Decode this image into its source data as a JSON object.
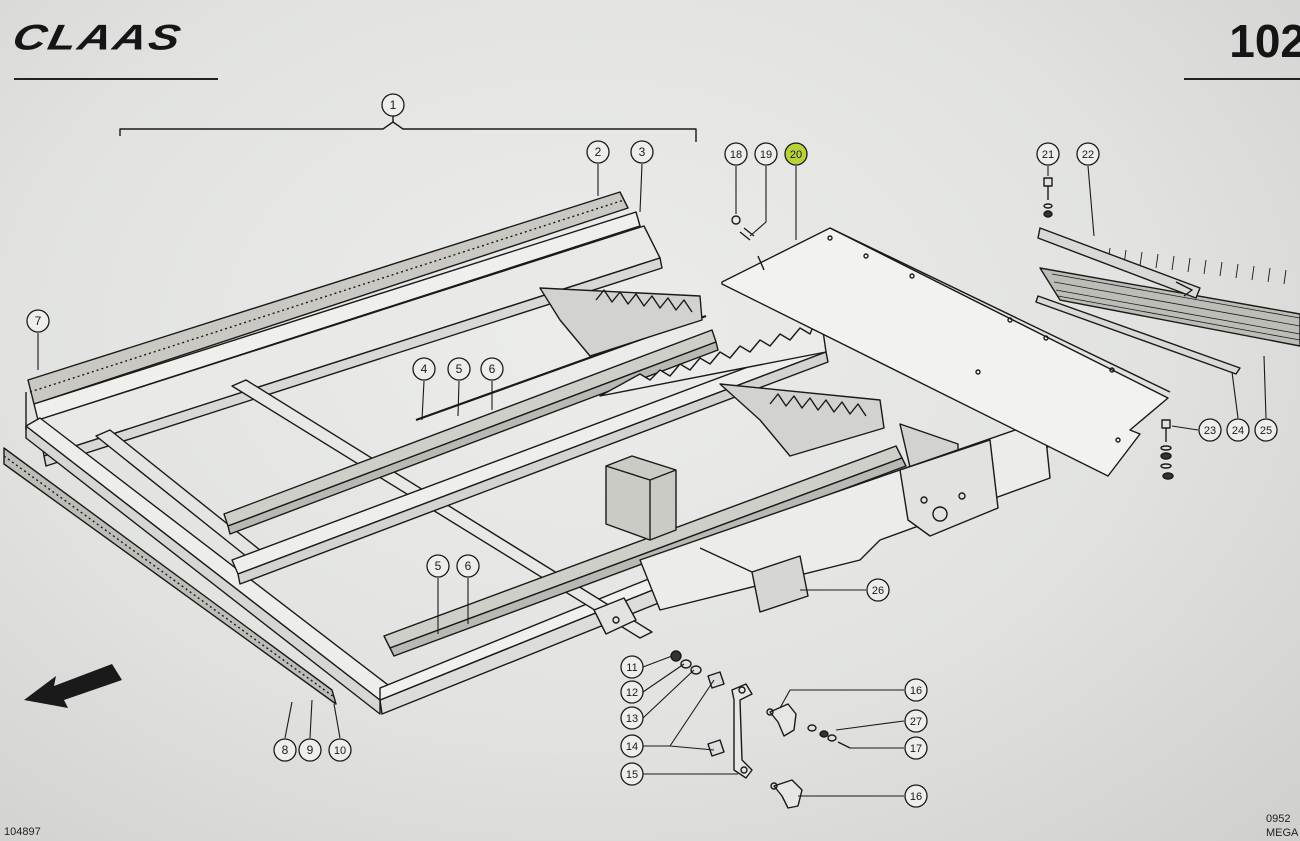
{
  "header": {
    "brand": "CLAAS",
    "page_number": "102"
  },
  "footer": {
    "left_code": "104897",
    "right_code": "0952",
    "right_code_2": "MEGA"
  },
  "colors": {
    "ink": "#1a1a1a",
    "paper": "#e6e7e4",
    "highlight": "#b8d33a"
  },
  "callouts": [
    {
      "label": "1"
    },
    {
      "label": "2"
    },
    {
      "label": "3"
    },
    {
      "label": "4"
    },
    {
      "label": "5"
    },
    {
      "label": "6"
    },
    {
      "label": "5"
    },
    {
      "label": "6"
    },
    {
      "label": "7"
    },
    {
      "label": "8"
    },
    {
      "label": "9"
    },
    {
      "label": "10"
    },
    {
      "label": "11"
    },
    {
      "label": "12"
    },
    {
      "label": "13"
    },
    {
      "label": "14"
    },
    {
      "label": "15"
    },
    {
      "label": "16"
    },
    {
      "label": "16"
    },
    {
      "label": "17"
    },
    {
      "label": "18"
    },
    {
      "label": "19"
    },
    {
      "label": "20",
      "highlighted": true
    },
    {
      "label": "21"
    },
    {
      "label": "22"
    },
    {
      "label": "23"
    },
    {
      "label": "24"
    },
    {
      "label": "25"
    },
    {
      "label": "26"
    },
    {
      "label": "27"
    }
  ]
}
